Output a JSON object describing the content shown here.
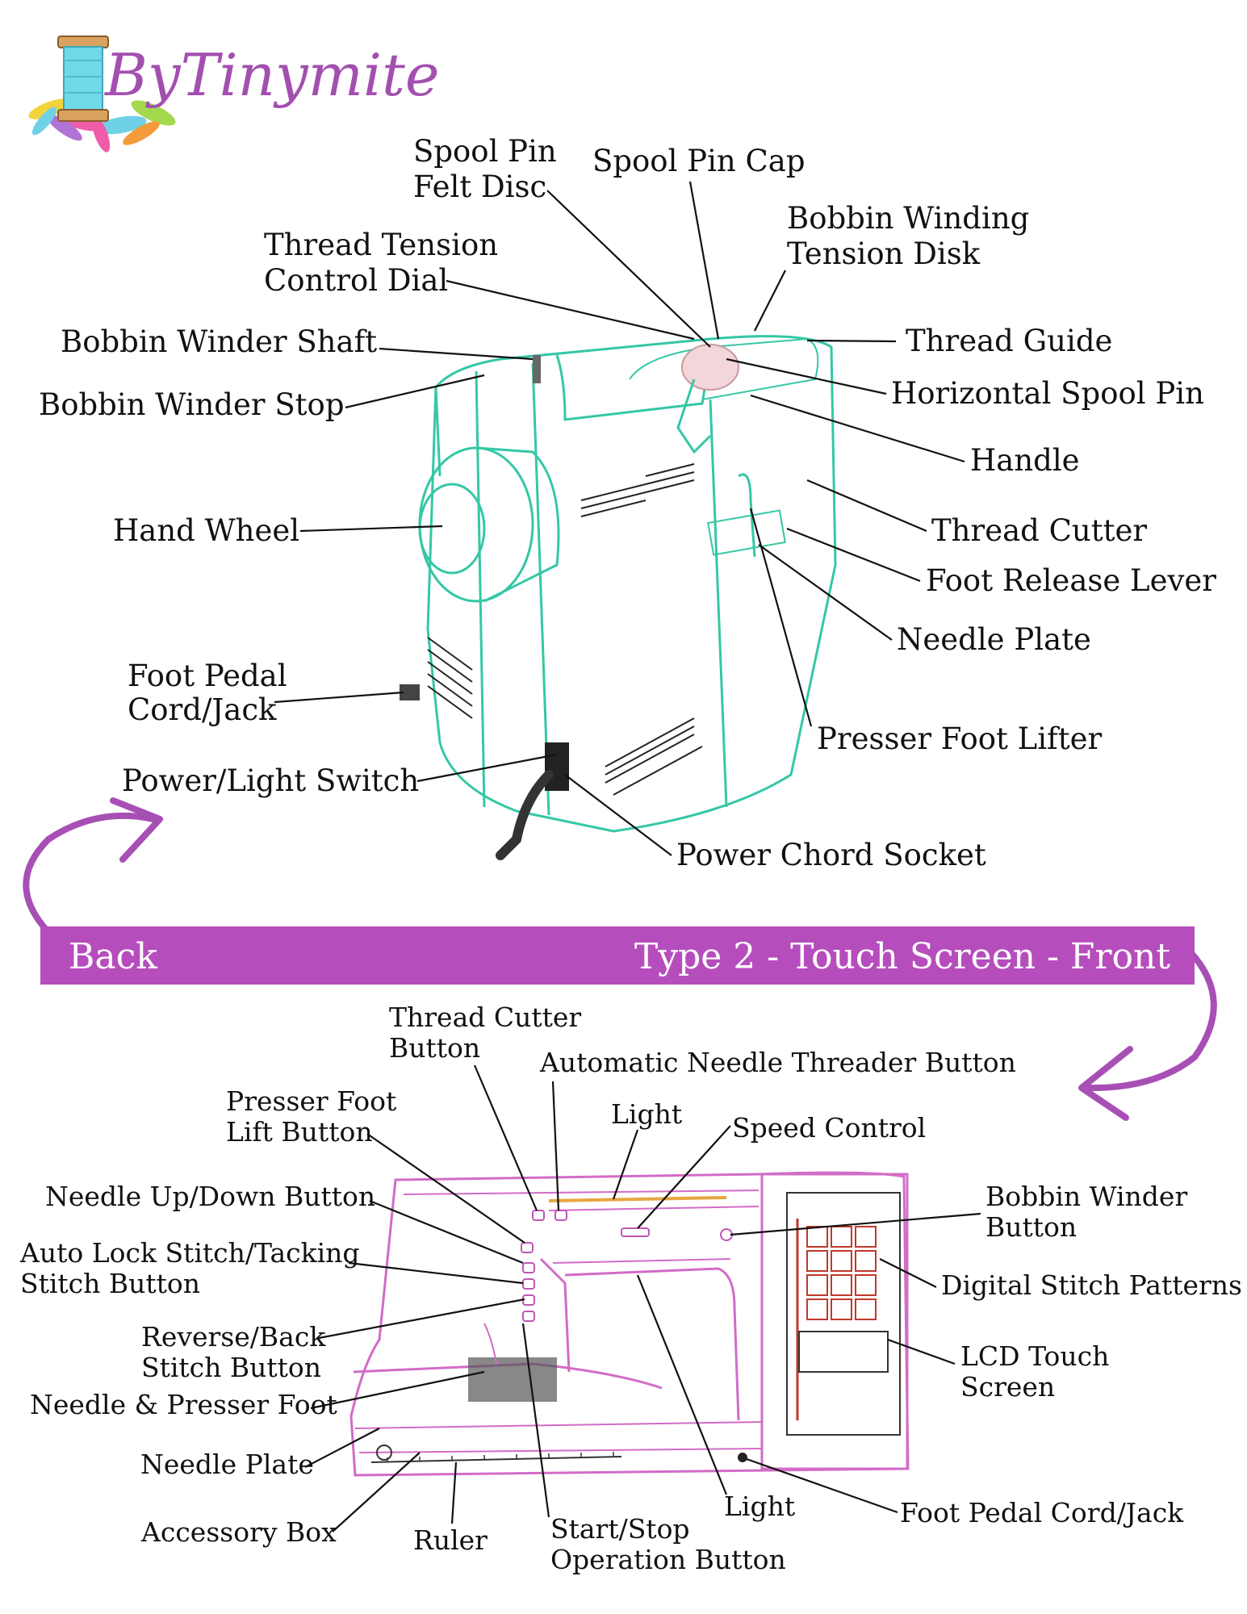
{
  "logo": {
    "text": "ByTinymite"
  },
  "banner": {
    "left": "Back",
    "right": "Type 2 - Touch Screen - Front"
  },
  "colors": {
    "banner": "#b64dbd",
    "back_outline": "#34c7a6",
    "front_outline": "#d26cc7",
    "arrow": "#a84fb6"
  },
  "back_labels": {
    "spool_pin_felt_disc_1": "Spool Pin",
    "spool_pin_felt_disc_2": "Felt Disc",
    "spool_pin_cap": "Spool Pin Cap",
    "bobbin_winding_tension_disk_1": "Bobbin Winding",
    "bobbin_winding_tension_disk_2": "Tension Disk",
    "thread_tension_control_dial_1": "Thread Tension",
    "thread_tension_control_dial_2": "Control Dial",
    "thread_guide": "Thread Guide",
    "bobbin_winder_shaft": "Bobbin Winder Shaft",
    "horizontal_spool_pin": "Horizontal Spool Pin",
    "bobbin_winder_stop": "Bobbin Winder Stop",
    "handle": "Handle",
    "hand_wheel": "Hand Wheel",
    "thread_cutter": "Thread Cutter",
    "foot_release_lever": "Foot Release Lever",
    "needle_plate": "Needle Plate",
    "foot_pedal_cord_jack_1": "Foot Pedal",
    "foot_pedal_cord_jack_2": "Cord/Jack",
    "presser_foot_lifter": "Presser Foot Lifter",
    "power_light_switch": "Power/Light Switch",
    "power_chord_socket": "Power Chord Socket"
  },
  "front_labels": {
    "thread_cutter_button_1": "Thread Cutter",
    "thread_cutter_button_2": "Button",
    "automatic_needle_threader_button": "Automatic Needle Threader Button",
    "presser_foot_lift_button_1": "Presser Foot",
    "presser_foot_lift_button_2": "Lift Button",
    "light_top": "Light",
    "speed_control": "Speed Control",
    "needle_up_down_button": "Needle Up/Down Button",
    "bobbin_winder_button_1": "Bobbin Winder",
    "bobbin_winder_button_2": "Button",
    "auto_lock_stitch_1": "Auto Lock Stitch/Tacking",
    "auto_lock_stitch_2": "Stitch Button",
    "digital_stitch_patterns": "Digital Stitch Patterns",
    "reverse_back_stitch_1": "Reverse/Back",
    "reverse_back_stitch_2": "Stitch Button",
    "lcd_touch_screen_1": "LCD Touch",
    "lcd_touch_screen_2": "Screen",
    "needle_presser_foot": "Needle & Presser Foot",
    "needle_plate": "Needle Plate",
    "accessory_box": "Accessory Box",
    "ruler": "Ruler",
    "start_stop_1": "Start/Stop",
    "start_stop_2": "Operation Button",
    "light_bottom": "Light",
    "foot_pedal_cord_jack": "Foot Pedal Cord/Jack"
  }
}
